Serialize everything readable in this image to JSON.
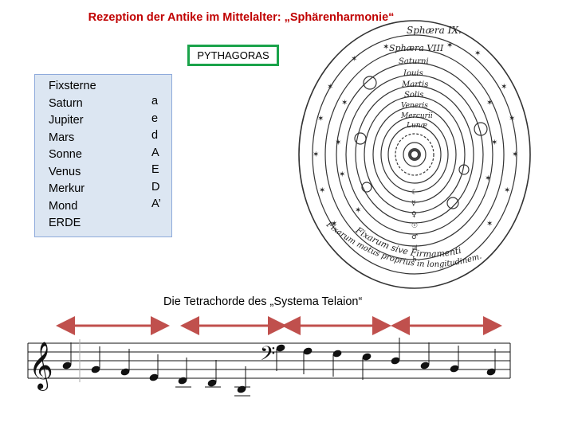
{
  "title": "Rezeption der Antike im Mittelalter: „Sphärenharmonie“",
  "pythagoras_label": "PYTHAGORAS",
  "planets": [
    "Fixsterne",
    "Saturn",
    "Jupiter",
    "Mars",
    "Sonne",
    "Venus",
    "Merkur",
    "Mond",
    "ERDE"
  ],
  "notes": [
    "a",
    "e",
    "d",
    "A",
    "E",
    "D",
    "A’"
  ],
  "caption": "Die Tetrachorde des „Systema Telaion“",
  "cosmos": {
    "sphere_labels": [
      "Sphæra IX.",
      "Sphæra VIII",
      "Saturni",
      "Iouis",
      "Martis",
      "Solis",
      "Veneris",
      "Mercurii",
      "Lunæ"
    ],
    "outer_text": "Fixarum sive Firmamenti",
    "outer_text_2": "Fixarum motus proprius in longitudinem."
  },
  "colors": {
    "title": "#c00000",
    "border_green": "#1aa34a",
    "panel_fill": "#dce6f2",
    "panel_border": "#8eaadb",
    "arrow": "#c0504d"
  }
}
